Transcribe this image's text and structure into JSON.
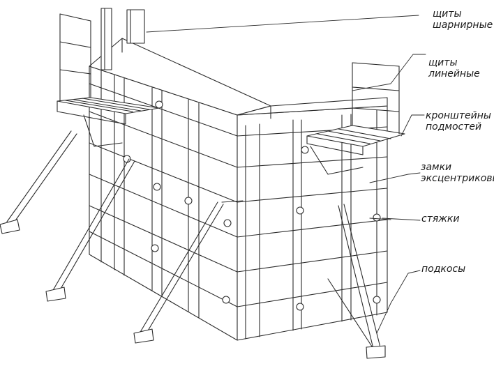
{
  "labels": {
    "hinged_panels": [
      "щиты",
      "шарнирные"
    ],
    "linear_panels": [
      "щиты",
      "линейные"
    ],
    "scaffold_brackets": [
      "кронштейны",
      "подмостей"
    ],
    "eccentric_locks": [
      "замки",
      "эксцентриковые"
    ],
    "ties": [
      "стяжки"
    ],
    "braces": [
      "подкосы"
    ]
  },
  "colors": {
    "line": "#2b2b2b",
    "fill": "#ffffff",
    "text": "#1a1a1a"
  }
}
